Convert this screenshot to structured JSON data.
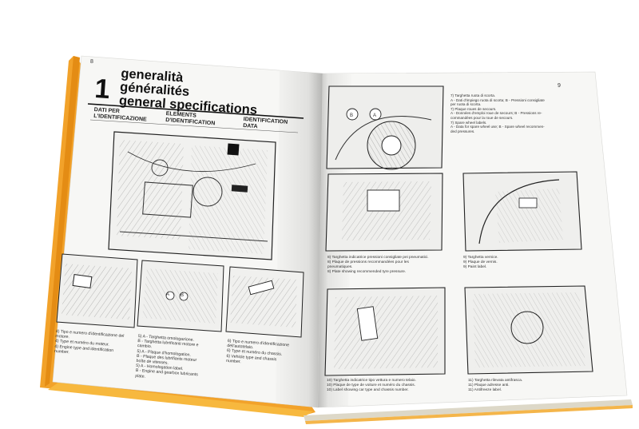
{
  "left_page": {
    "page_number": "8",
    "chapter_number": "1",
    "titles": [
      "generalità",
      "généralités",
      "general specifications"
    ],
    "column_headers": [
      {
        "lines": [
          "DATI PER",
          "L'IDENTIFICAZIONE"
        ]
      },
      {
        "lines": [
          "ELEMENTS",
          "D'IDENTIFICATION"
        ]
      },
      {
        "lines": [
          "IDENTIFICATION",
          "DATA"
        ]
      }
    ],
    "captions": [
      {
        "lines": [
          "4) Tipo e numero d'identificazione del",
          "    motore.",
          "4) Type et numéro du moteur.",
          "4) Engine type and identification",
          "    number."
        ]
      },
      {
        "lines": [
          "5) A - Targhetta omologazione.",
          "    B - Targhetta lubrificanti motore e",
          "          cambio.",
          "5) A - Plaque d'homologation.",
          "    B - Plaque des lubrifiants moteur",
          "          boîte de vitesses.",
          "5) A - Homologation label.",
          "    B - Engine and gearbox lubricants",
          "          plate."
        ]
      },
      {
        "lines": [
          "6) Tipo e numero d'identificazione",
          "    dell'autotelaio.",
          "6) Type et numéro du chassis.",
          "6) Vehicle type and chassis",
          "    number."
        ]
      }
    ]
  },
  "right_page": {
    "page_number": "9",
    "captions": [
      {
        "lines": [
          "7) Targhetta ruota di scorta.",
          "    A - Dati d'impiego ruota di scorta; B - Pressioni consigliate",
          "    per ruota di scorta.",
          "7) Plaque roues de secours.",
          "    A - Données d'emploi roue de secours; B - Pressions re-",
          "    commandées pour la roue de secours.",
          "7) Spare wheel labels.",
          "    A - Data for spare wheel use; B - Spare wheel recommen-",
          "    ded pressures."
        ]
      },
      {
        "lines": [
          "8) Targhetta indicatrice pressioni consigliate pei pneumatici.",
          "8) Plaque de pressions recommandées pour les",
          "    pneumatiques.",
          "8) Plate showing recommended tyre pressure."
        ]
      },
      {
        "lines": [
          "9) Targhetta vernice.",
          "9) Plaque de vernis.",
          "9) Paint label."
        ]
      },
      {
        "lines": [
          "10) Targhetta indicatrice tipo vettura e numero telaio.",
          "10) Plaque de type de voiture et numéro du chassis.",
          "10) Label showing car type and chassis number."
        ]
      },
      {
        "lines": [
          "11) Targhetta rilevata antifrasca.",
          "11) Plaque adresse anti.",
          "11) Antifreeze label."
        ]
      }
    ],
    "figure_labels": [
      "B",
      "A"
    ]
  },
  "left_figure_labels": [
    "A",
    "B"
  ],
  "colors": {
    "cover_orange": "#f5a623",
    "page_white": "#f6f6f4",
    "ink": "#1b1b1b"
  }
}
